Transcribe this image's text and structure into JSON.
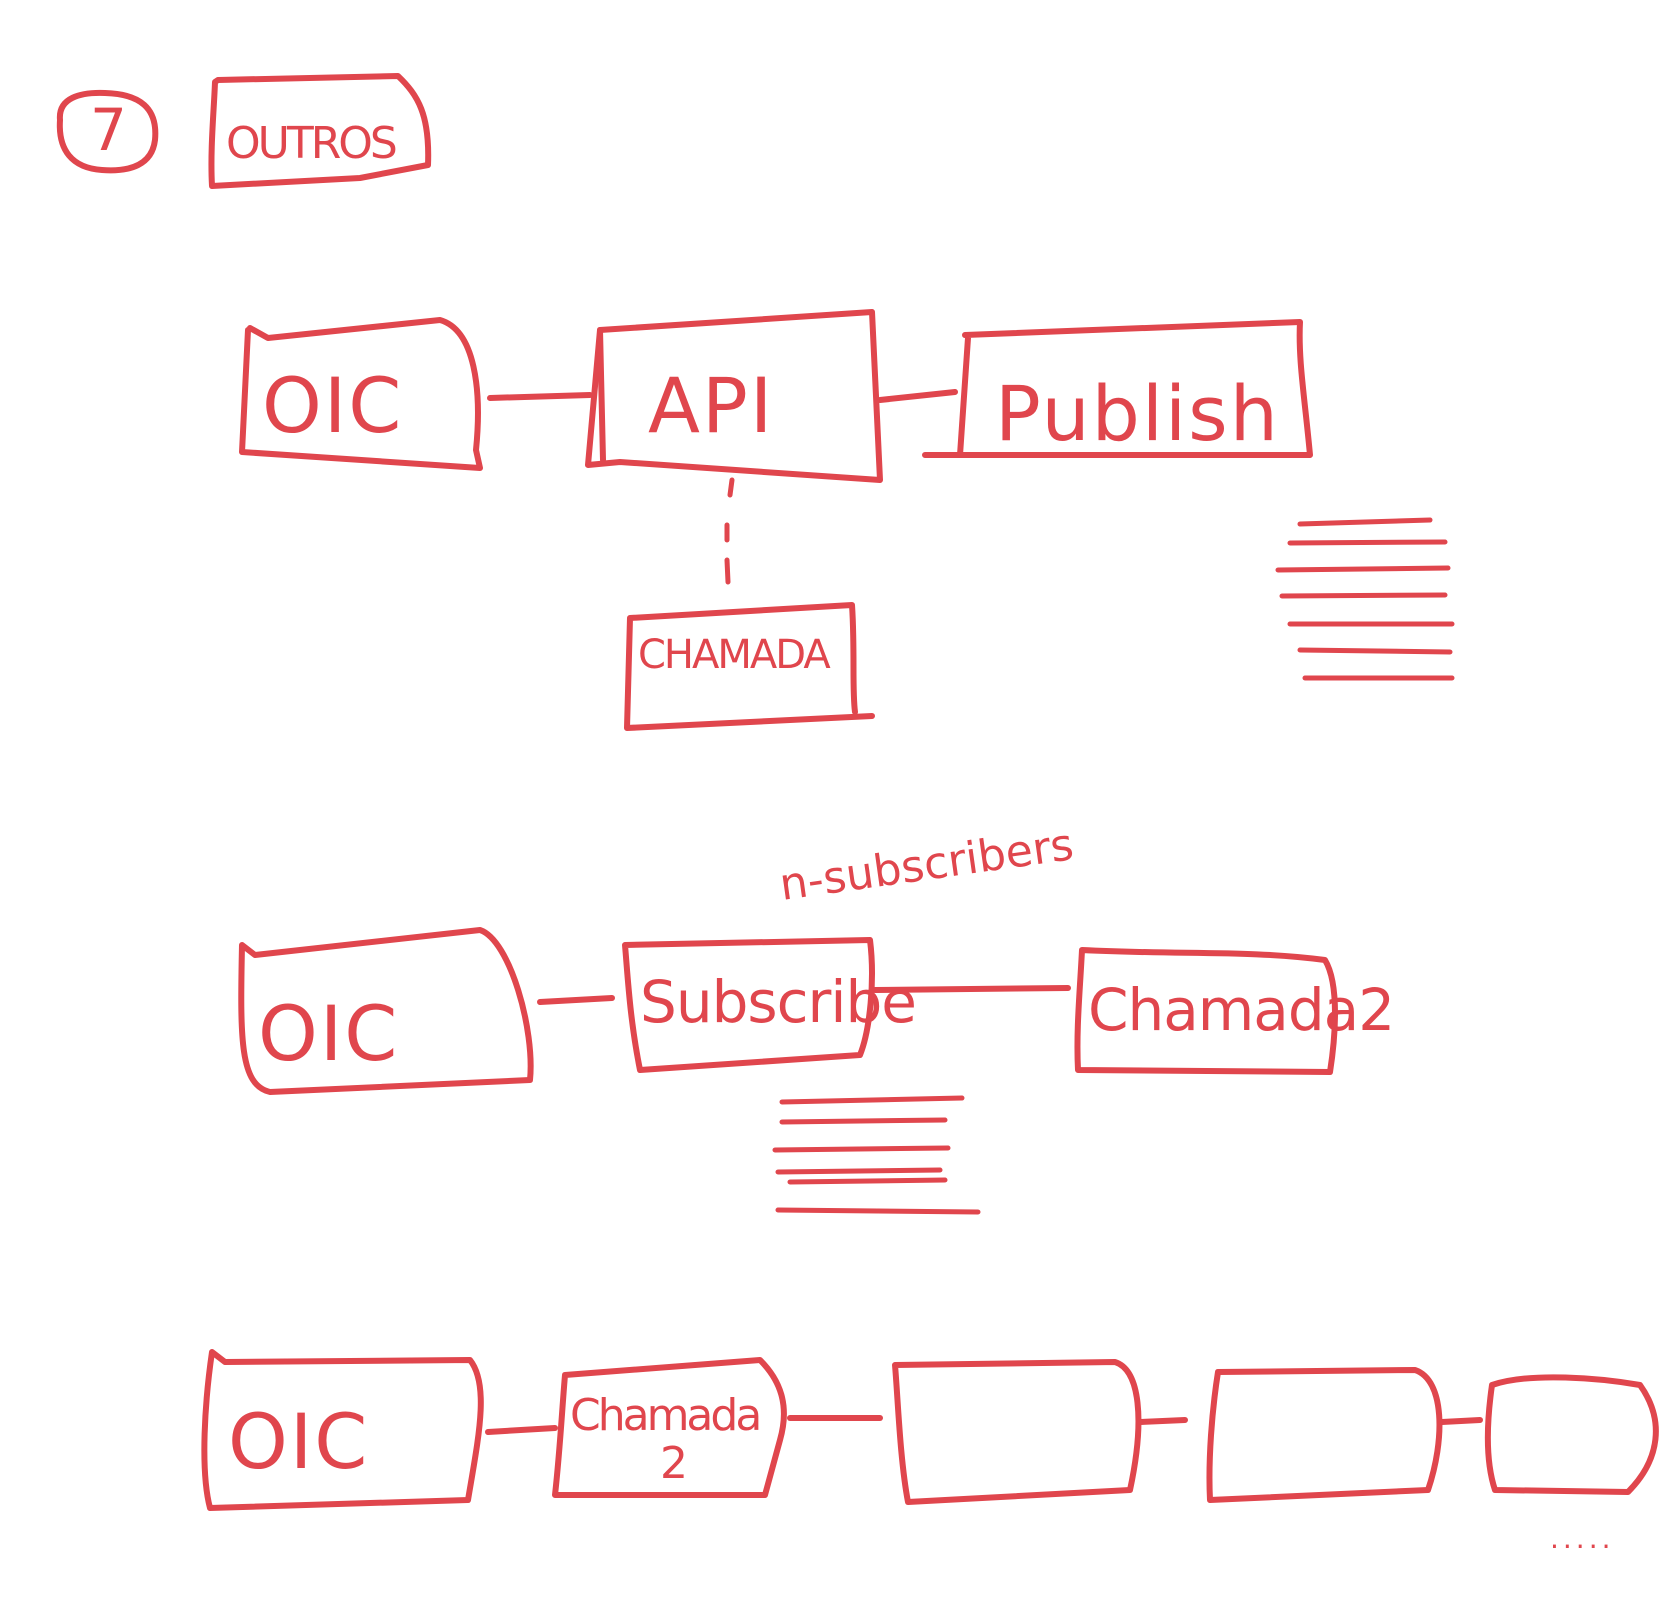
{
  "colors": {
    "ink": "#e0464d",
    "background": "#ffffff"
  },
  "header": {
    "number": "7",
    "title": "OUTROS"
  },
  "row1": {
    "source": "OIC",
    "api": "API",
    "publish": "Publish",
    "call": "CHAMADA"
  },
  "row2": {
    "annotation": "n-subscribers",
    "source": "OIC",
    "subscribe": "Subscribe",
    "target": "Chamada2"
  },
  "row3": {
    "source": "OIC",
    "call_line1": "Chamada",
    "call_line2": "2",
    "ellipsis": "....."
  }
}
